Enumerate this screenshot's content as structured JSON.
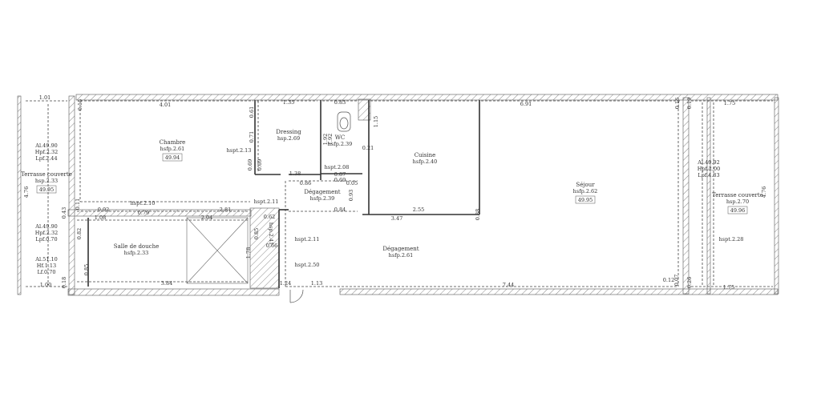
{
  "rooms": [
    {
      "key": "chambre",
      "name": "Chambre",
      "sub": "hsfp.2.61",
      "area": "49.94"
    },
    {
      "key": "dressing",
      "name": "Dressing",
      "sub": "hsp.2.69"
    },
    {
      "key": "wc",
      "name": "WC",
      "sub": "hsfp.2.39"
    },
    {
      "key": "cuisine",
      "name": "Cuisine",
      "sub": "hsfp.2.40"
    },
    {
      "key": "sejour",
      "name": "Séjour",
      "sub": "hsfp.2.62",
      "area": "49.95"
    },
    {
      "key": "degagement-top",
      "name": "Dégagement",
      "sub": "hsfp.2.39"
    },
    {
      "key": "degagement-main",
      "name": "Dégagement",
      "sub": "hsfp.2.61"
    },
    {
      "key": "salle-de-douche",
      "name": "Salle de douche",
      "sub": "hsfp.2.33"
    },
    {
      "key": "terrasse-left",
      "name": "Terrasse couverte",
      "sub": "hsp.2.33",
      "area": "49.95"
    },
    {
      "key": "terrasse-right",
      "name": "Terrasse couverte",
      "sub": "hsp.2.70",
      "area": "49.96"
    }
  ],
  "annotations": {
    "left_al1": "Al.49.90",
    "left_hpf1": "Hpf.2.32",
    "left_lpf1": "Lpf.2.44",
    "left_al2": "Al.49.90",
    "left_hpf2": "Hpf.2.32",
    "left_lpf2": "Lpf.0.70",
    "left_al3": "Al.51.10",
    "left_hf": "Hf.1.13",
    "left_lf": "Lf.0.70",
    "right_al": "Al.49.92",
    "right_hpf": "Hpf.2.00",
    "right_lpf": "Lpf.4.83",
    "hspt_213": "hspt.2.13",
    "hspt_208": "hspt.2.08",
    "hspt_211a": "hspt.2.11",
    "hspt_210": "hspt.2.10",
    "hspt_211b": "hspt.2.11",
    "hspt_250": "hspt.2.50",
    "hspt_228": "hspt.2.28",
    "hsp_241": "hsp.2.41"
  },
  "dimensions": {
    "d101": "1.01",
    "d401": "4.01",
    "d135": "1.35",
    "d083": "0.83",
    "d691": "6.91",
    "d175a": "1.75",
    "d015a": "0.15",
    "d061": "0.61",
    "d071": "0.71",
    "d069a": "0.69",
    "d069b": "0.69",
    "d138": "1.38",
    "d086": "0.86",
    "d087": "0.87",
    "d069c": "0.69",
    "d005": "0.05",
    "d093": "0.93",
    "d115": "1.15",
    "d021": "0.21",
    "d192a": "1.92",
    "d192b": "1.92",
    "d016": "0.16",
    "d019": "0.19",
    "d476a": "4.76",
    "d476b": "4.76",
    "d011": "0.11",
    "d043": "0.43",
    "d092": "0.92",
    "d079": "0.79",
    "d281": "2.81",
    "d108": "1.08",
    "d204": "2.04",
    "d062": "0.62",
    "d084": "0.84",
    "d347": "3.47",
    "d255": "2.55",
    "d088": "0.88",
    "d085a": "0.85",
    "d066": "0.66",
    "d178": "1.78",
    "d100": "1.00",
    "d384": "3.84",
    "d018": "0.18",
    "d124": "1.24",
    "d113": "1.13",
    "d744": "7.44",
    "d012": "0.12",
    "d007": "0.07",
    "d026": "0.26",
    "d175b": "1.75",
    "d085b": "0.85",
    "d082": "0.82"
  },
  "colors": {
    "wall": "#333333",
    "hatch": "#8a8a8a",
    "dash": "#444444",
    "text": "#333333"
  }
}
